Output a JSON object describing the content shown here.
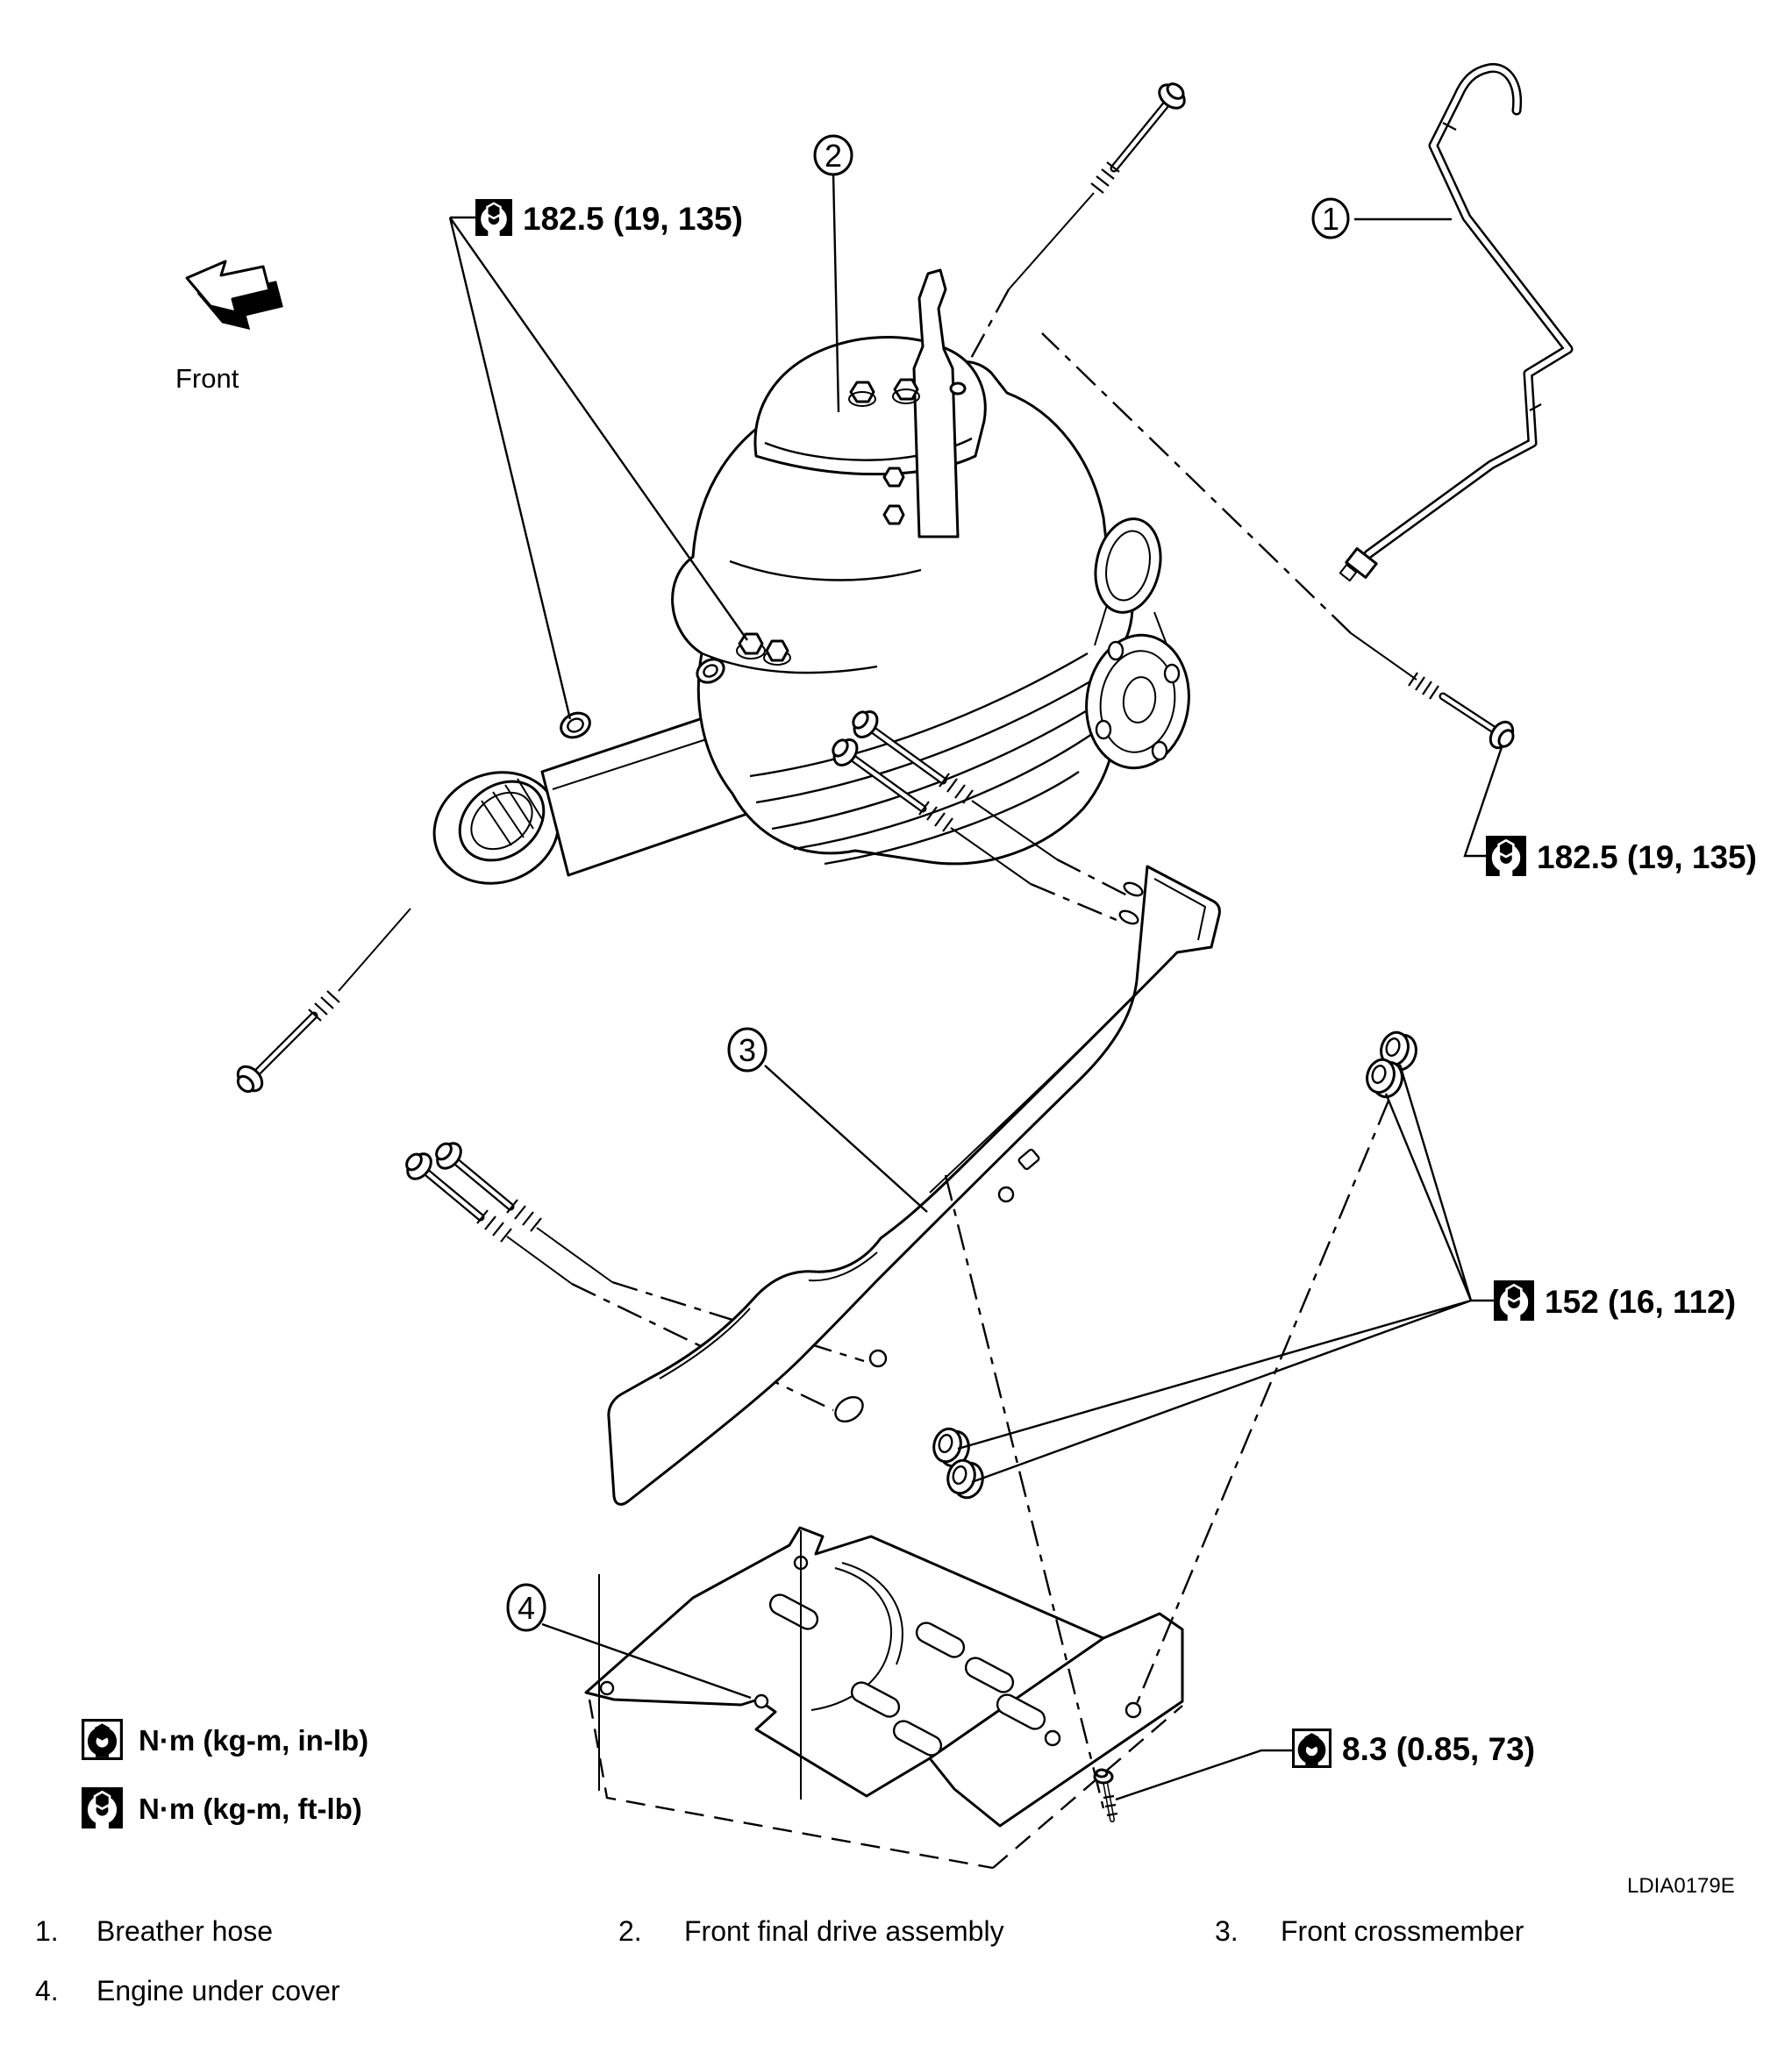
{
  "figure": {
    "code": "LDIA0179E"
  },
  "orientation": {
    "label": "Front"
  },
  "callouts": {
    "c1": {
      "num": "1"
    },
    "c2": {
      "num": "2"
    },
    "c3": {
      "num": "3"
    },
    "c4": {
      "num": "4"
    }
  },
  "torques": {
    "upper_left": {
      "value": "182.5 (19, 135)",
      "units": "N·m (kg-m, ft-lb)"
    },
    "right": {
      "value": "182.5 (19, 135)",
      "units": "N·m (kg-m, ft-lb)"
    },
    "lower_right": {
      "value": "152 (16, 112)",
      "units": "N·m (kg-m, ft-lb)"
    },
    "bottom": {
      "value": "8.3 (0.85, 73)",
      "units": "N·m (kg-m, in-lb)"
    }
  },
  "legend": {
    "in_lb": {
      "label": "N·m (kg-m, in-lb)"
    },
    "ft_lb": {
      "label": "N·m (kg-m, ft-lb)"
    }
  },
  "parts_list": [
    {
      "num": "1.",
      "name": "Breather hose"
    },
    {
      "num": "2.",
      "name": "Front final drive assembly"
    },
    {
      "num": "3.",
      "name": "Front crossmember"
    },
    {
      "num": "4.",
      "name": "Engine under cover"
    }
  ],
  "colors": {
    "line": "#000000",
    "background": "#ffffff"
  }
}
